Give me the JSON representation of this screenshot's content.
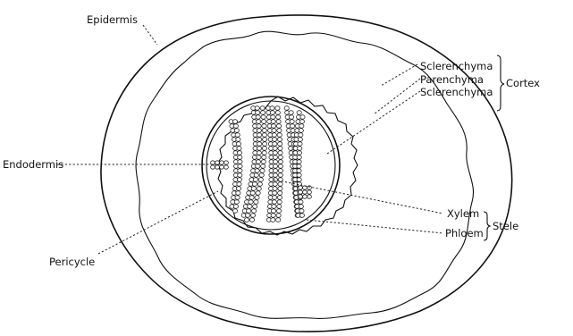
{
  "labels": {
    "epidermis": "Epidermis",
    "sclerenchyma_outer": "Sclerenchyma",
    "parenchyma": "Parenchyma",
    "sclerenchyma_inner": "Sclerenchyma",
    "cortex": "Cortex",
    "endodermis": "Endodermis",
    "pericycle": "Pericycle",
    "xylem": "Xylem",
    "phloem": "Phloem",
    "stele": "Stele"
  },
  "colors": {
    "ink": "#111111",
    "background": "#ffffff"
  }
}
